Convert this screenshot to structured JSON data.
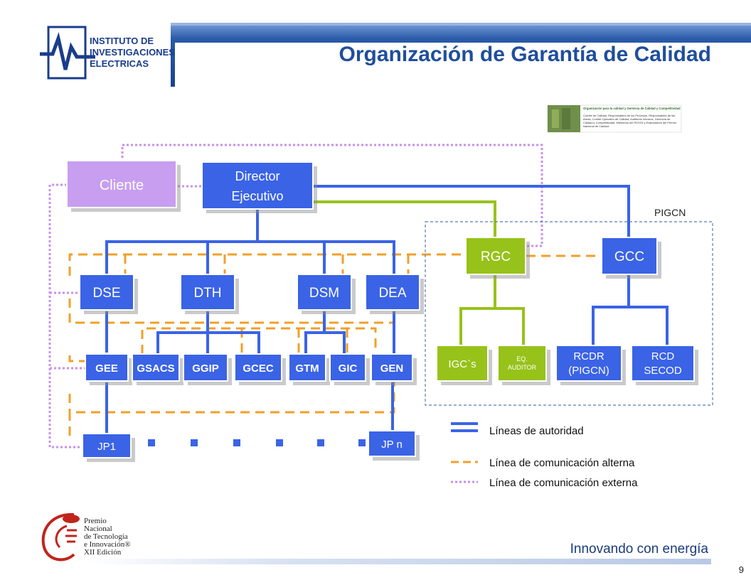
{
  "header": {
    "title": "Organización de Garantía de Calidad",
    "logo_lines": [
      "INSTITUTO DE",
      "INVESTIGACIONES",
      "ELECTRICAS"
    ]
  },
  "thumbnail": {
    "heading": "Organización para la calidad y Gerencia de Calidad y Competitividad",
    "body": "Comité de Calidad, Responsables de los Procesos, Responsables de las Áreas, Comité Operativo de Calidad, Auditores Internos, Gerencia de Calidad y Competitividad, Miembros del PIGCN y Evaluadores del Premio Nacional de Calidad."
  },
  "nodes": {
    "cliente": {
      "label": "Cliente"
    },
    "director": {
      "label_lines": [
        "Director",
        "Ejecutivo"
      ]
    },
    "rgc": {
      "label": "RGC"
    },
    "gcc": {
      "label": "GCC"
    },
    "dse": {
      "label": "DSE"
    },
    "dth": {
      "label": "DTH"
    },
    "dsm": {
      "label": "DSM"
    },
    "dea": {
      "label": "DEA"
    },
    "gee": {
      "label": "GEE"
    },
    "gsacs": {
      "label": "GSACS"
    },
    "ggip": {
      "label": "GGIP"
    },
    "gcec": {
      "label": "GCEC"
    },
    "gtm": {
      "label": "GTM"
    },
    "gic": {
      "label": "GIC"
    },
    "gen": {
      "label": "GEN"
    },
    "igcs": {
      "label": "IGC`s"
    },
    "eq_auditor": {
      "label_lines": [
        "EQ.",
        "AUDITOR"
      ]
    },
    "rcdr": {
      "label_lines": [
        "RCDR",
        "(PIGCN)"
      ]
    },
    "rcd": {
      "label_lines": [
        "RCD",
        "SECOD"
      ]
    },
    "jp1": {
      "label": "JP1"
    },
    "jpn": {
      "label": "JP n"
    }
  },
  "pigcn_label": "PIGCN",
  "legend": [
    {
      "label": "Líneas de autoridad",
      "style": "solid"
    },
    {
      "label": "Línea de comunicación alterna",
      "style": "dashed"
    },
    {
      "label": "Línea de comunicación externa",
      "style": "dotted"
    }
  ],
  "footer": {
    "award_lines": [
      "Premio",
      "Nacional",
      "de Tecnología",
      "e Innovación®",
      "XII Edición"
    ],
    "slogan": "Innovando con energía",
    "page_number": "9"
  },
  "colors": {
    "blue": "#3a63e6",
    "green": "#97c21a",
    "purple": "#c89ef0",
    "orange": "#f0a028",
    "dotted_purple": "#c890e8",
    "header_band": "#1f4e9c",
    "title_text": "#1f4e9c"
  }
}
